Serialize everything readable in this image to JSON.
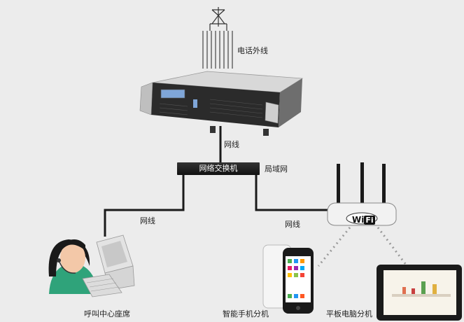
{
  "labels": {
    "phone_line": "电话外线",
    "network_line_top": "网线",
    "switch": "网络交换机",
    "lan": "局域网",
    "network_line_left": "网线",
    "network_line_right": "网线",
    "call_center_seat": "呼叫中心座席",
    "smartphone_extension": "智能手机分机",
    "tablet_extension": "平板电脑分机"
  },
  "router": {
    "logo_wi": "Wi",
    "logo_fi": "Fi"
  },
  "colors": {
    "background": "#ececec",
    "cable": "#1a1a1a",
    "switch_fill": "#1c1c1c",
    "wireless_dots": "#9a9a9a"
  },
  "icons": [
    "antenna-tower-icon",
    "server-icon",
    "router-icon",
    "operator-icon",
    "smartphone-icon",
    "tablet-icon"
  ]
}
